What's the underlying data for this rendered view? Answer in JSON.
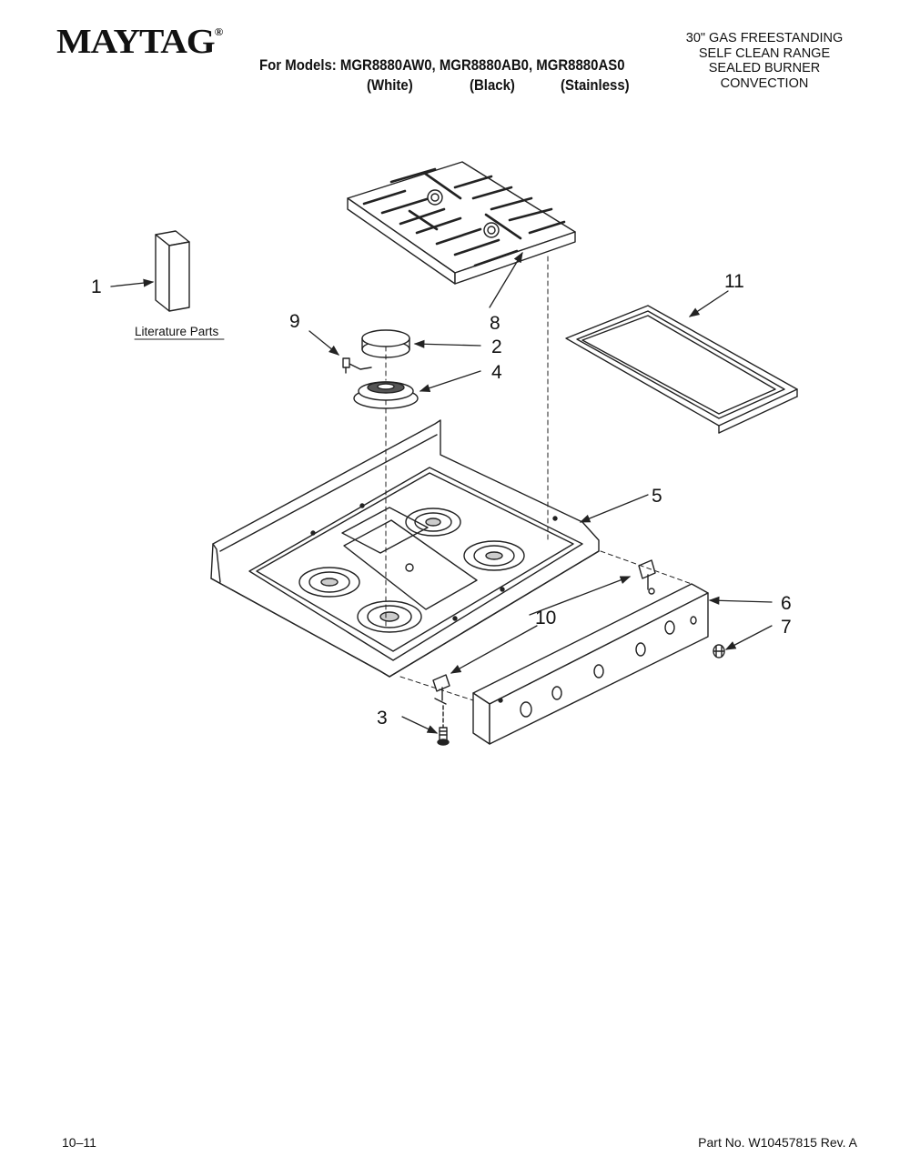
{
  "header": {
    "brand": "MAYTAG",
    "brand_mark": "®",
    "models_line": "For Models: MGR8880AW0, MGR8880AB0, MGR8880AS0",
    "colors": [
      "(White)",
      "(Black)",
      "(Stainless)"
    ],
    "description": [
      "30\" GAS FREESTANDING",
      "SELF CLEAN RANGE",
      "SEALED BURNER",
      "CONVECTION"
    ]
  },
  "diagram": {
    "literature_label": "Literature Parts",
    "callouts": [
      "1",
      "2",
      "3",
      "4",
      "5",
      "6",
      "7",
      "8",
      "9",
      "10",
      "11"
    ]
  },
  "footer": {
    "date": "10–11",
    "part_number": "Part No. W10457815 Rev. A"
  }
}
